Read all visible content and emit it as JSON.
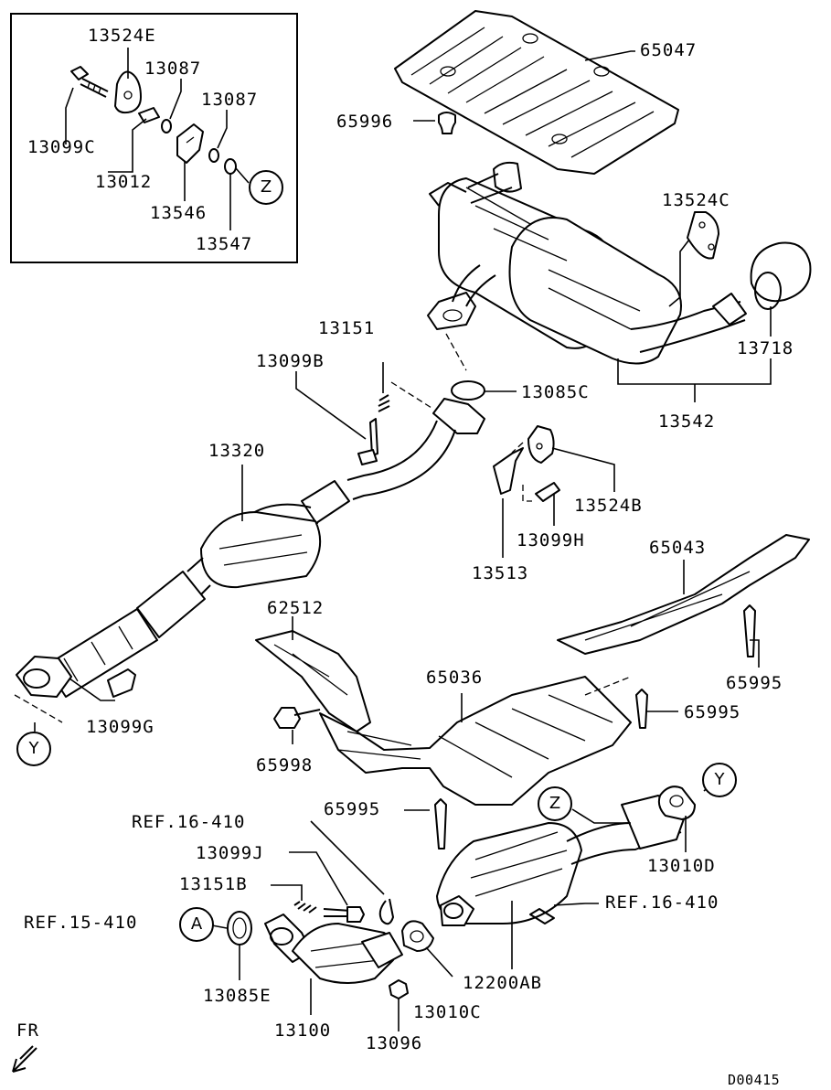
{
  "inset_labels": {
    "p13524E": "13524E",
    "p13087a": "13087",
    "p13087b": "13087",
    "p13099C": "13099C",
    "p13012": "13012",
    "p13546": "13546",
    "p13547": "13547"
  },
  "labels": {
    "p65047": "65047",
    "p65996": "65996",
    "p13524C": "13524C",
    "p13718": "13718",
    "p13542": "13542",
    "p13151": "13151",
    "p13099B": "13099B",
    "p13085C": "13085C",
    "p13320": "13320",
    "p13524B": "13524B",
    "p13099H": "13099H",
    "p13513": "13513",
    "p65043": "65043",
    "p62512": "62512",
    "p65036": "65036",
    "p65995a": "65995",
    "p65995b": "65995",
    "p65995c": "65995",
    "p13099G": "13099G",
    "p65998": "65998",
    "pRef16a": "REF.16-410",
    "p13099J": "13099J",
    "p13151B": "13151B",
    "pRef15": "REF.15-410",
    "pRef16b": "REF.16-410",
    "p13010D": "13010D",
    "p12200AB": "12200AB",
    "p13085E": "13085E",
    "p13100": "13100",
    "p13010C": "13010C",
    "p13096": "13096",
    "fr": "FR",
    "doc_code": "D00415"
  },
  "callouts": {
    "z_inset": "Z",
    "y_left": "Y",
    "y_right": "Y",
    "z_main": "Z",
    "a": "A"
  }
}
